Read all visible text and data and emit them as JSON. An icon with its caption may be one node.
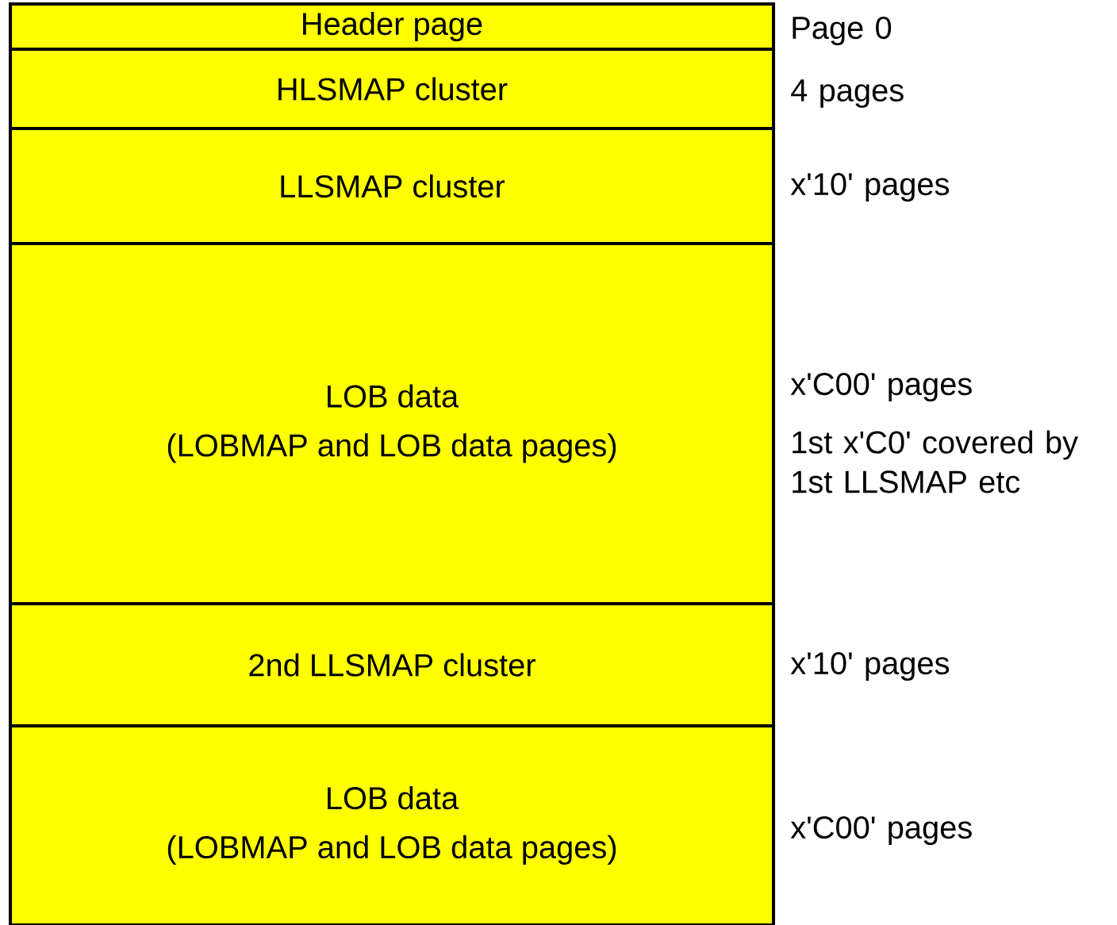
{
  "diagram": {
    "nodes": [
      {
        "text": [
          "Header page"
        ],
        "beside": [
          "Page 0"
        ]
      },
      {
        "text": [
          "HLSMAP cluster"
        ],
        "beside": [
          "4 pages"
        ]
      },
      {
        "text": [
          "LLSMAP cluster"
        ],
        "beside": [
          "x'10' pages"
        ]
      },
      {
        "text": [
          "LOB data",
          "(LOBMAP and LOB data pages)"
        ],
        "beside": [
          "x'C00' pages",
          "1st x'C0' covered by 1st LLSMAP etc"
        ]
      },
      {
        "text": [
          "2nd LLSMAP cluster"
        ],
        "beside": [
          "x'10' pages"
        ]
      },
      {
        "text": [
          "LOB data",
          "(LOBMAP and LOB data pages)"
        ],
        "beside": [
          "x'C00' pages"
        ]
      }
    ]
  }
}
